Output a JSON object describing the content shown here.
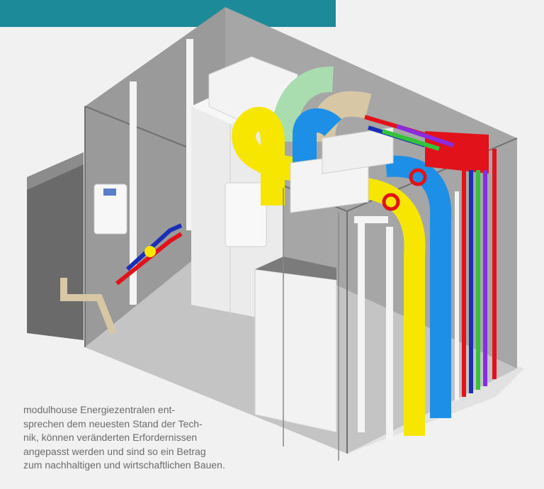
{
  "banner": {
    "color": "#1d8a99"
  },
  "caption": {
    "lines": [
      "modulhouse Energiezentralen ent-",
      "sprechen dem neuesten Stand der Tech-",
      "nik, können veränderten Erfordernissen",
      "angepasst werden und sind so ein Betrag",
      "zum nachhaltigen und wirtschaftlichen Bauen."
    ]
  },
  "illustration": {
    "subject": "energy-centre-module-cutaway",
    "pipe_colors": {
      "yellow": "#f6e600",
      "blue": "#1e8fe6",
      "red": "#e1121a",
      "green": "#33c43a",
      "purple": "#8a2be2",
      "navy": "#1a2fb5",
      "mint": "#a9dcae",
      "beige": "#d8c7a5"
    }
  }
}
